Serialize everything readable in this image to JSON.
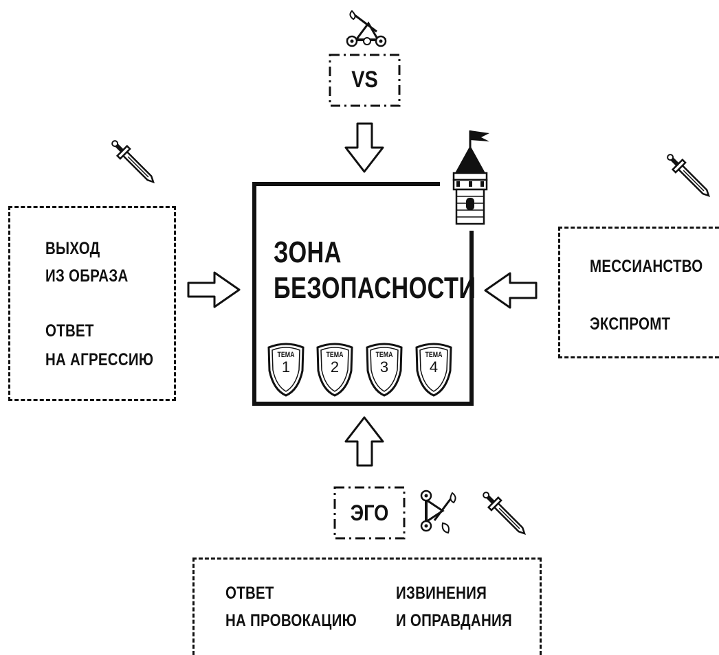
{
  "top_box": {
    "label": "VS"
  },
  "bottom_box": {
    "label": "ЭГО"
  },
  "center": {
    "title_line1": "ЗОНА",
    "title_line2": "БЕЗОПАСНОСТИ",
    "themes": [
      {
        "word": "ТЕМА",
        "num": "1"
      },
      {
        "word": "ТЕМА",
        "num": "2"
      },
      {
        "word": "ТЕМА",
        "num": "3"
      },
      {
        "word": "ТЕМА",
        "num": "4"
      }
    ]
  },
  "left_box": {
    "item1_line1": "ВЫХОД",
    "item1_line2": "ИЗ ОБРАЗА",
    "item2_line1": "ОТВЕТ",
    "item2_line2": "НА АГРЕССИЮ"
  },
  "right_box": {
    "item1": "МЕССИАНСТВО",
    "item2": "ЭКСПРОМТ"
  },
  "bottom_main_box": {
    "col1_line1": "ОТВЕТ",
    "col1_line2": "НА ПРОВОКАЦИЮ",
    "col2_line1": "ИЗВИНЕНИЯ",
    "col2_line2": "И ОПРАВДАНИЯ"
  },
  "icons": {
    "top": "catapult-icon",
    "bottom": "catapult-icon",
    "tower": "castle-tower-icon",
    "swords": "sword-icon"
  }
}
